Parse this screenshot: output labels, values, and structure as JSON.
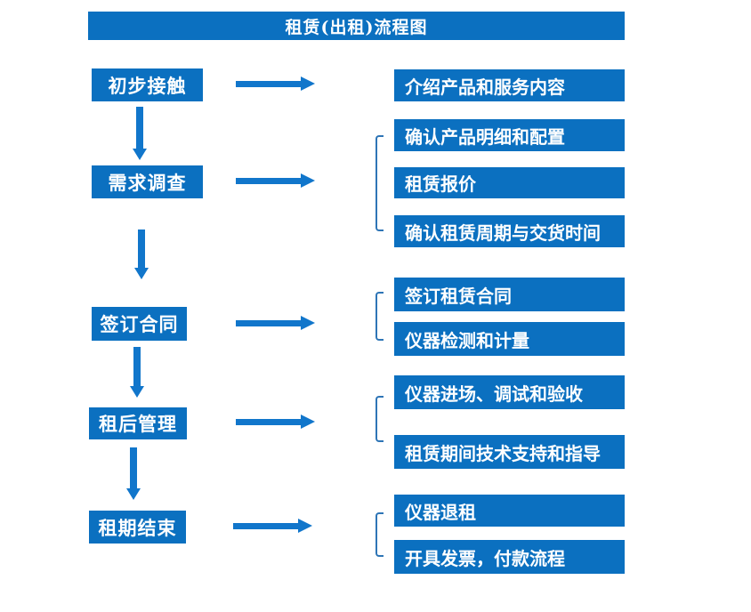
{
  "title": "租赁(出租)流程图",
  "colors": {
    "accent": "#0b70c0",
    "arrow": "#1176cb",
    "bracket": "#2e75b6",
    "boxtext": "#ffffff",
    "page": "#ffffff"
  },
  "steps": [
    {
      "label": "初步接触",
      "outputs": [
        "介绍产品和服务内容"
      ]
    },
    {
      "label": "需求调查",
      "outputs": [
        "确认产品明细和配置",
        "租赁报价",
        "确认租赁周期与交货时间"
      ]
    },
    {
      "label": "签订合同",
      "outputs": [
        "签订租赁合同",
        "仪器检测和计量"
      ]
    },
    {
      "label": "租后管理",
      "outputs": [
        "仪器进场、调试和验收",
        "租赁期间技术支持和指导"
      ]
    },
    {
      "label": "租期结束",
      "outputs": [
        "仪器退租",
        "开具发票，付款流程"
      ]
    }
  ]
}
